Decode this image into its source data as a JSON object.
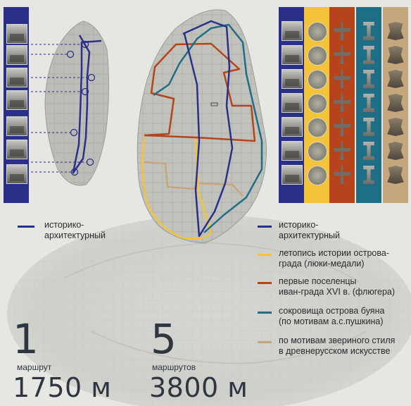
{
  "colors": {
    "navy": "#2a2f8a",
    "yellow": "#f3c43a",
    "red": "#b5441d",
    "teal": "#1e6e86",
    "tan": "#c4a77c",
    "background": "#e6e6e3"
  },
  "left_legend": {
    "label": "историко-\nархитектурный",
    "color": "#2a2f8a"
  },
  "routes_legend": [
    {
      "label": "историко-\nархитектурный",
      "color": "#2a2f8a"
    },
    {
      "label": "летопись истории острова-\nграда (люки-медали)",
      "color": "#f3c43a"
    },
    {
      "label": "первые поселенцы\nиван-града XVI в. (флюгера)",
      "color": "#b5441d"
    },
    {
      "label": "сокровища острова буяна\n(по мотивам а.с.пушкина)",
      "color": "#1e6e86"
    },
    {
      "label": "по мотивам звериного стиля\nв древнерусском искусстве",
      "color": "#c4a77c"
    }
  ],
  "summary_left": {
    "count": "1",
    "unit_label": "маршрут",
    "distance": "1750 м"
  },
  "summary_right": {
    "count": "5",
    "unit_label": "маршрутов",
    "distance": "3800 м"
  },
  "icons": {
    "left_thumbnails": "photo-thumbnail-icon",
    "navy_panel": "photo-thumbnail-icon",
    "yellow_panel": "medal-icon",
    "red_panel": "weathervane-icon",
    "teal_panel": "treasure-column-icon",
    "tan_panel": "beast-ornament-icon"
  }
}
